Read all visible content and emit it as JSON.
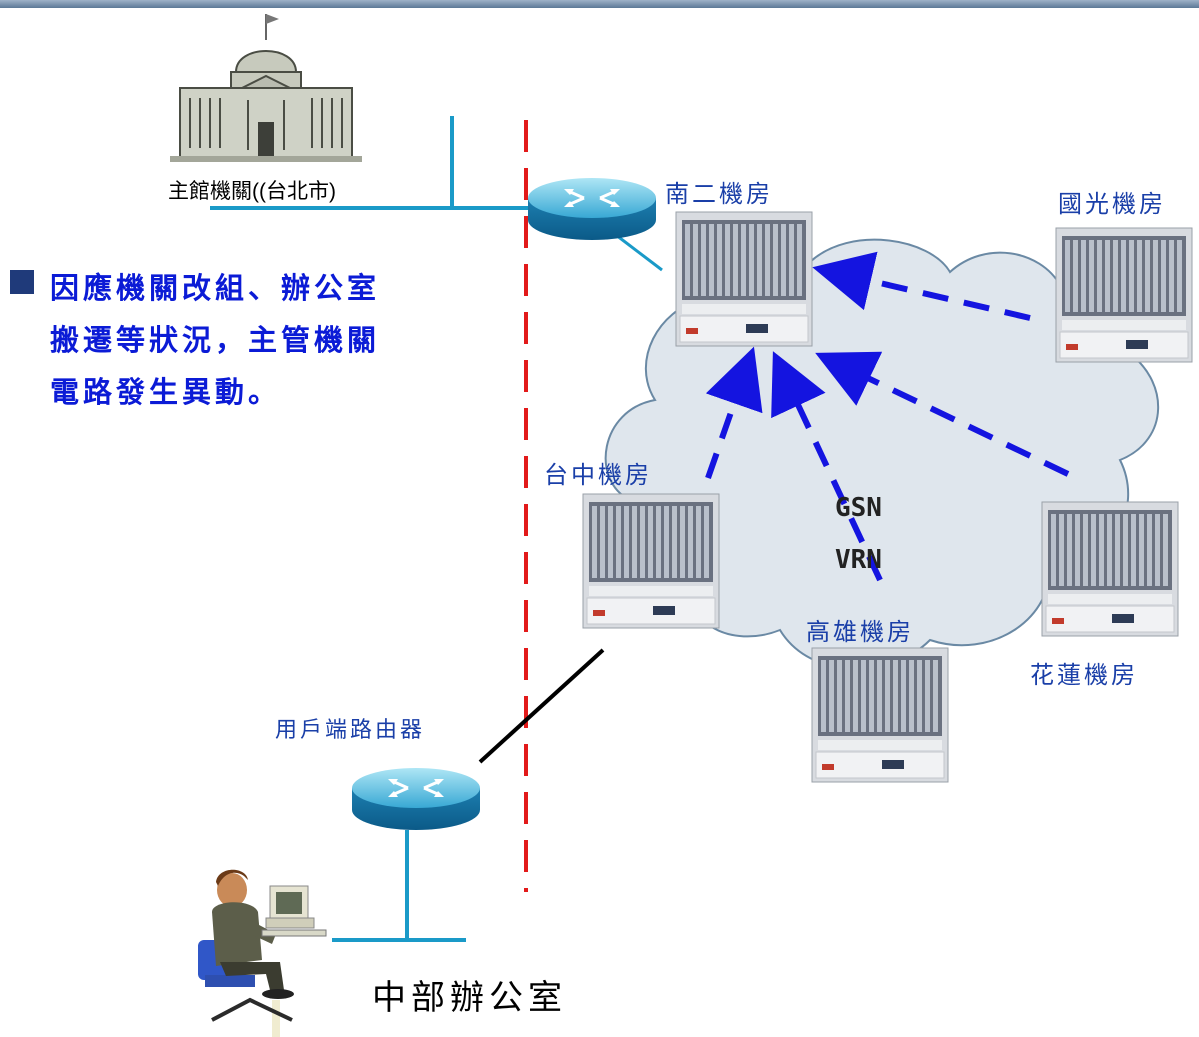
{
  "headquarters": {
    "label": "主館機關((台北市)"
  },
  "bullet": {
    "text": "因應機關改組、辦公室搬遷等狀況，主管機關電路發生異動。"
  },
  "network": {
    "line1": "GSN",
    "line2": "VRN"
  },
  "sites": {
    "nan_er": "南二機房",
    "guo_guang": "國光機房",
    "tai_zhong": "台中機房",
    "gao_xiong": "高雄機房",
    "hua_lian": "花蓮機房"
  },
  "router_label": "用戶端路由器",
  "office": {
    "label": "中部辦公室"
  },
  "colors": {
    "boundary": "#e21a1a",
    "arrow": "#1414e0",
    "link": "#1a9ac8",
    "cloud": "#dfe6ed"
  }
}
